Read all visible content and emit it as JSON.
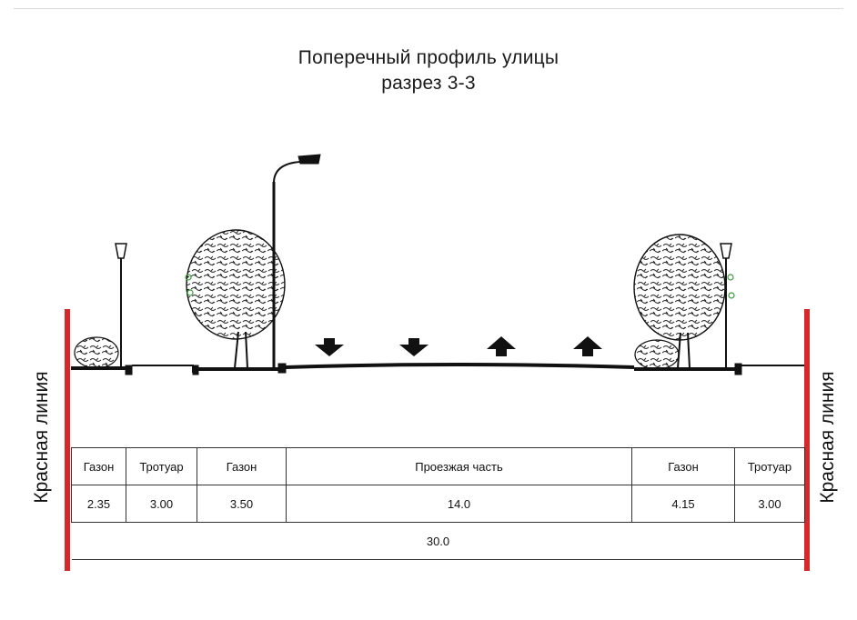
{
  "title": {
    "line1": "Поперечный профиль улицы",
    "line2": "разрез 3-3"
  },
  "red_line": {
    "label": "Красная линия",
    "color": "#d62828"
  },
  "arrows": [
    "down",
    "down",
    "up",
    "up"
  ],
  "zones": [
    {
      "name": "Газон",
      "width": "2.35"
    },
    {
      "name": "Тротуар",
      "width": "3.00"
    },
    {
      "name": "Газон",
      "width": "3.50"
    },
    {
      "name": "Проезжая часть",
      "width": "14.0"
    },
    {
      "name": "Газон",
      "width": "4.15"
    },
    {
      "name": "Тротуар",
      "width": "3.00"
    }
  ],
  "total": "30.0"
}
